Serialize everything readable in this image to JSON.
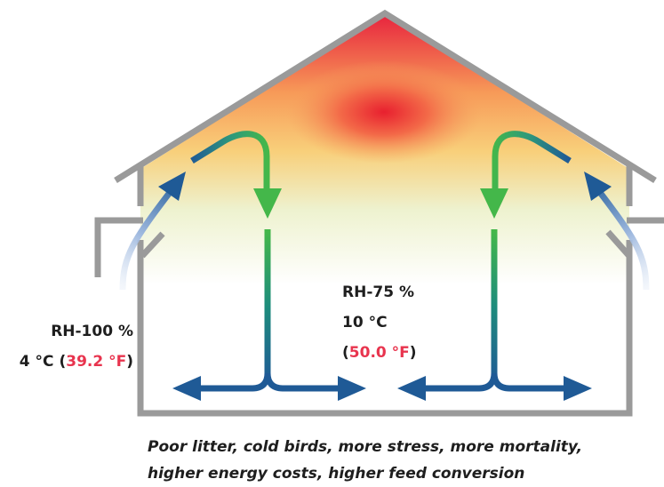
{
  "outside": {
    "rh": "RH-100 %",
    "temp_c": "4 °C",
    "open_paren": "(",
    "temp_f": "39.2 °F",
    "close_paren": ")"
  },
  "inside": {
    "rh": "RH-75 %",
    "temp_c": "10 °C",
    "open_paren": "(",
    "temp_f": "50.0 °F",
    "close_paren": ")"
  },
  "caption": {
    "line1": "Poor litter, cold birds, more stress, more mortality,",
    "line2": "higher energy costs, higher feed conversion"
  },
  "colors": {
    "wall": "#9a9a9a",
    "hot_air": "#e8293f",
    "warm_air": "#f5c06a",
    "cool_arrow": "#3cb54a",
    "cold_arrow": "#1f5a96",
    "outside_air": "#a9c2e2",
    "fahrenheit_text": "#e8344e"
  }
}
